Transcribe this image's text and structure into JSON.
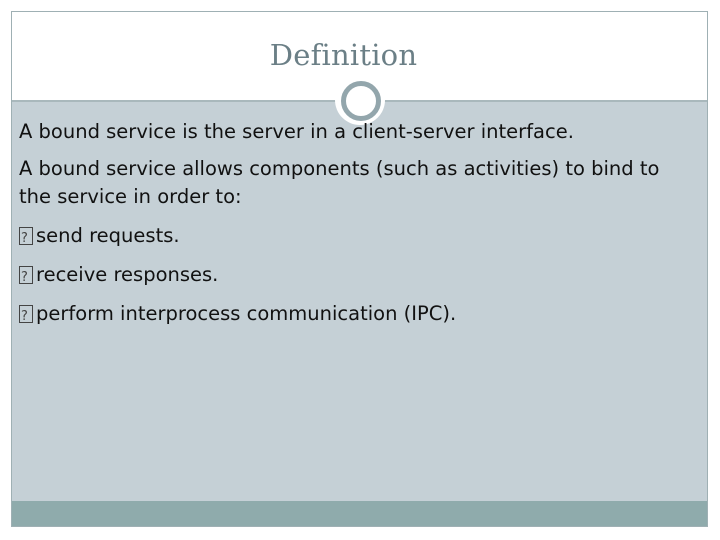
{
  "slide": {
    "title": "Definition",
    "paragraphs": [
      "A bound service is the server in a client-server interface.",
      "A bound service allows components (such as activities) to bind to the service in order to:"
    ],
    "bullets": [
      "send requests.",
      "receive responses.",
      "perform interprocess communication (IPC)."
    ],
    "colors": {
      "content_background": "#c5d0d6",
      "bottom_bar": "#8fabac",
      "title_text": "#6b7f86",
      "ornament": "#93a6ac"
    }
  }
}
